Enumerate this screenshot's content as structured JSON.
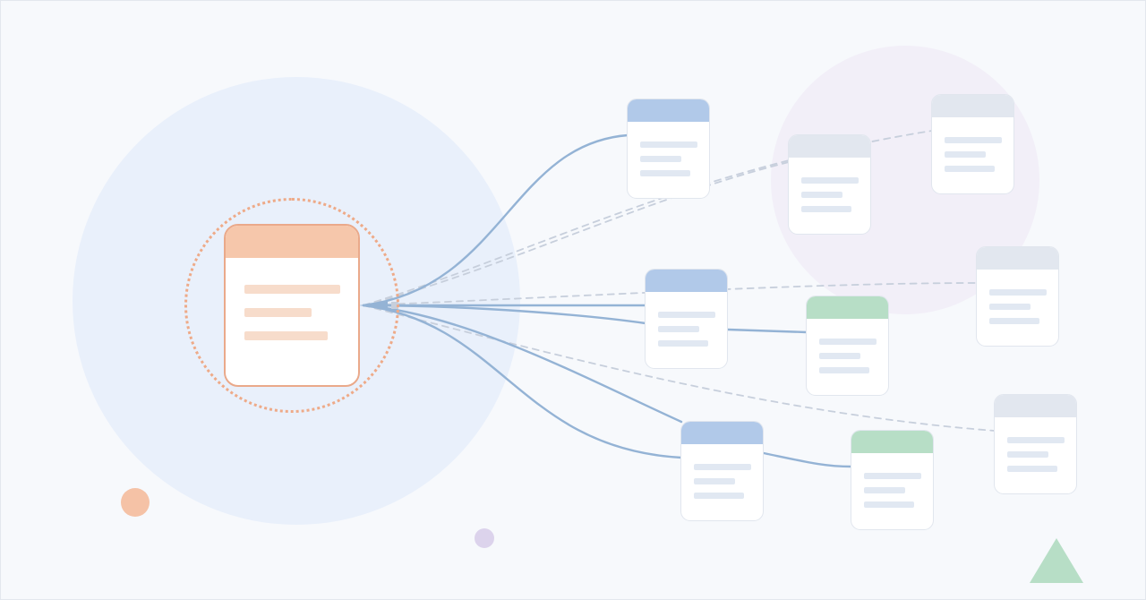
{
  "colors": {
    "background": "#f7f9fc",
    "cluster_primary": "#e9f0fb",
    "cluster_secondary": "#f2eff8",
    "accent_orange": "#f5c2a6",
    "accent_purple": "#dcd3ec",
    "accent_green": "#b7dec6",
    "card_border": "#e1e6ee",
    "card_text_line": "#e1e8f2",
    "main_card_border": "#eaa98a",
    "main_header": "#f6c7ab",
    "main_text_line": "#f7dccb",
    "header_blue": "#b1c9e9",
    "header_green": "#b7dec6",
    "header_gray": "#e2e7ef",
    "connector_solid": "#94b3d5",
    "connector_dashed": "#c7cfdc"
  },
  "shapes": {
    "triangle": "triangle",
    "decor_dot_orange": "circle",
    "decor_dot_purple": "circle"
  }
}
